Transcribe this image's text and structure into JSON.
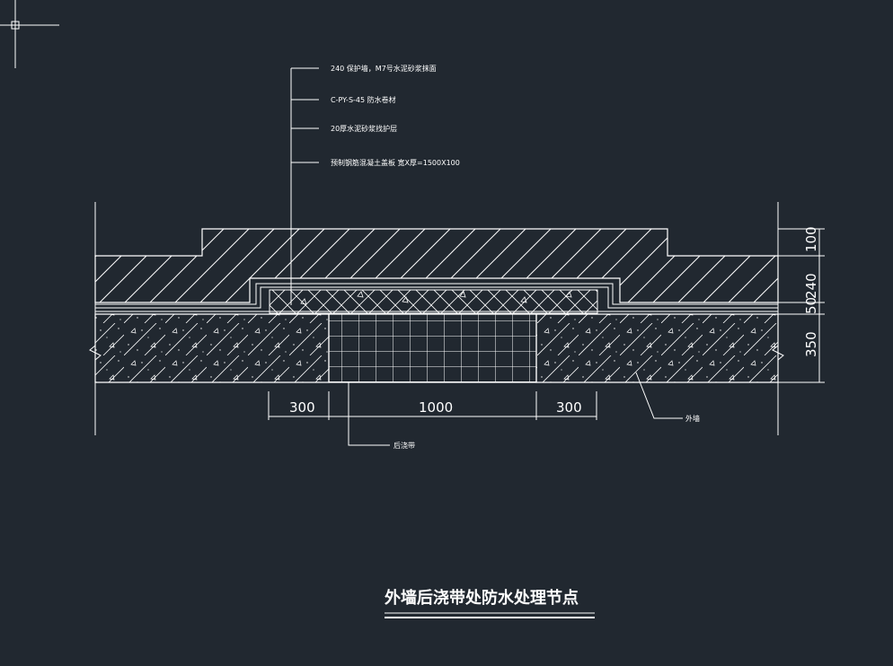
{
  "drawing": {
    "title": "外墙后浇带处防水处理节点",
    "callouts": [
      "240 保护墙，M7号水泥砂浆抹面",
      "C-PY-S-45 防水卷材",
      "20厚水泥砂浆找护层",
      "预制钢筋混凝土盖板 宽X厚=1500X100"
    ],
    "right_dimensions": [
      "100",
      "240",
      "50",
      "350"
    ],
    "bottom_dimensions": [
      "300",
      "1000",
      "300"
    ],
    "label_post_pour": "后浇带",
    "label_exterior_wall": "外墙"
  },
  "colors": {
    "background": "#212830",
    "line": "#ffffff"
  }
}
